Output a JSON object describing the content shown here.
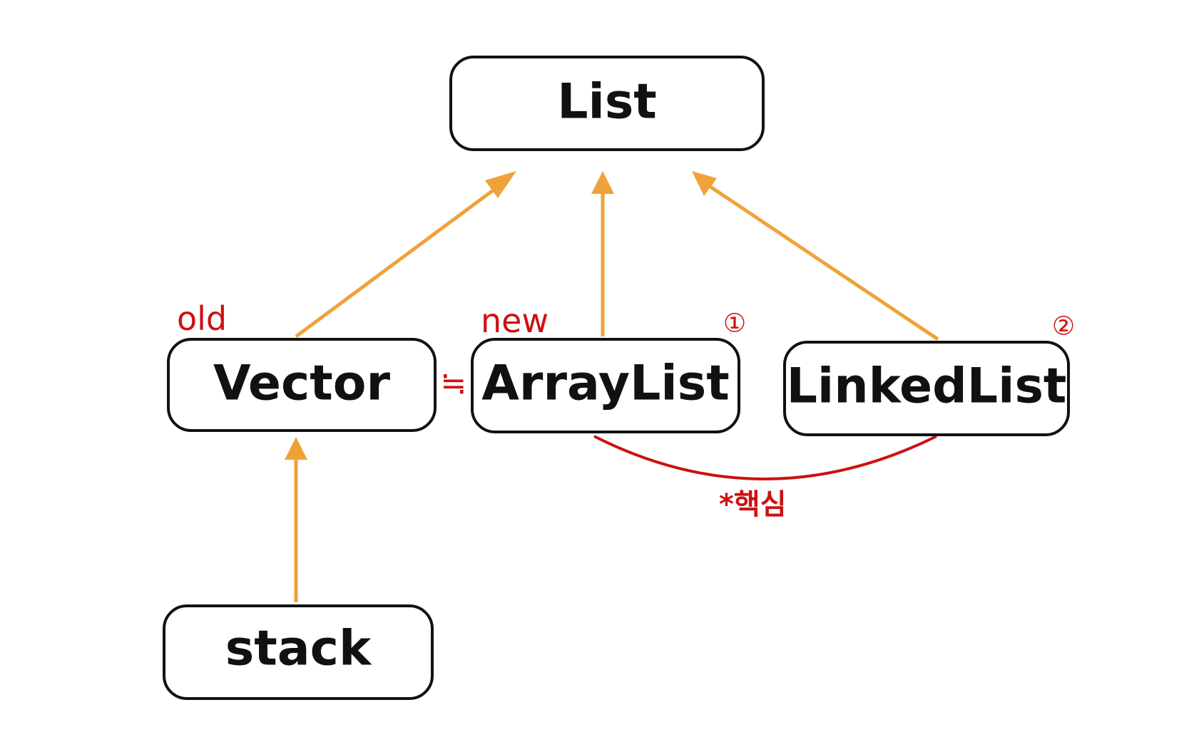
{
  "nodes": {
    "list": "List",
    "vector": "Vector",
    "arraylist": "ArrayList",
    "linkedlist": "LinkedList",
    "stack": "stack"
  },
  "annotations": {
    "old": "old",
    "new": "new",
    "approx_equal": "≒",
    "marker_1": "①",
    "marker_2": "②",
    "key_note": "*핵심"
  },
  "colors": {
    "arrow": "#F0A23A",
    "annotation": "#CC1111",
    "box_stroke": "#111111"
  }
}
